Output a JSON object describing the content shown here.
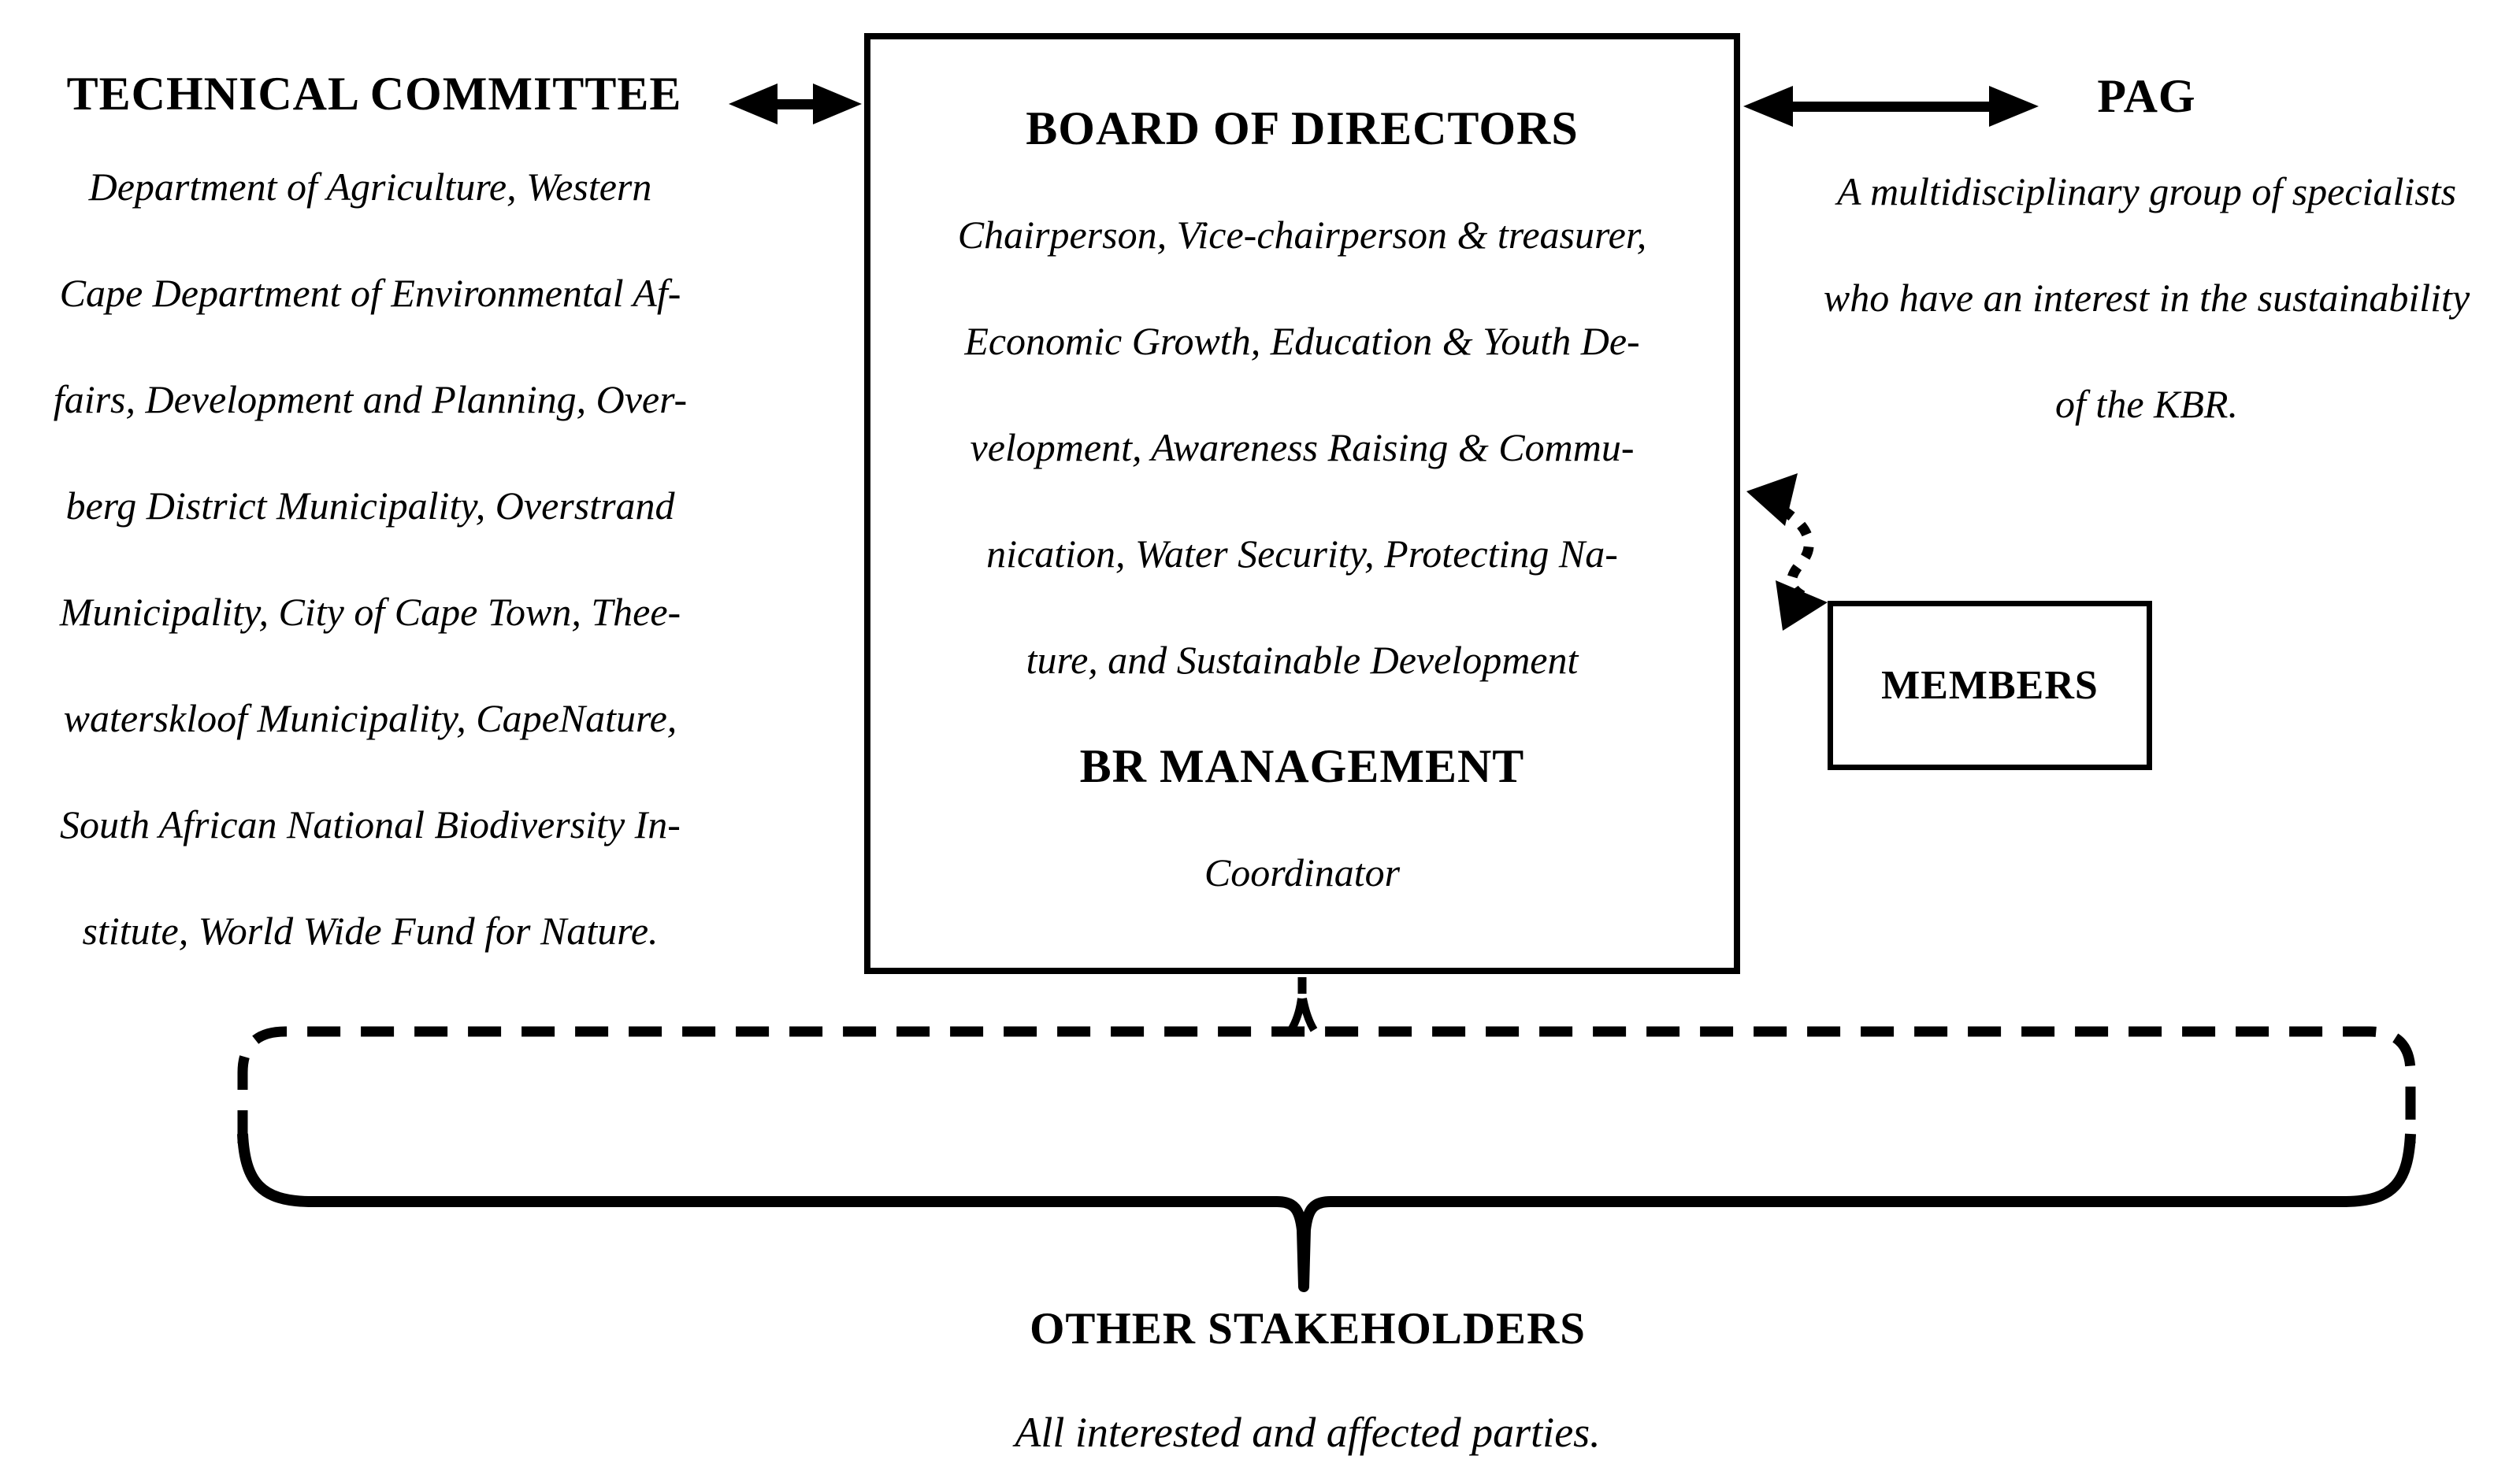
{
  "technical_committee": {
    "title": "TECHNICAL COMMITTEE",
    "lines": [
      "Department of Agriculture, Western",
      "Cape Department of Environmental Af-",
      "fairs, Development and Planning, Over-",
      "berg District Municipality, Overstrand",
      "Municipality, City of Cape Town, Thee-",
      "waterskloof Municipality, CapeNature,",
      "South African National Biodiversity In-",
      "stitute, World Wide Fund for Nature."
    ]
  },
  "board": {
    "title": "BOARD OF DIRECTORS",
    "lines": [
      "Chairperson, Vice-chairperson & treasurer,",
      "Economic Growth, Education & Youth De-",
      "velopment, Awareness Raising & Commu-",
      "nication, Water Security, Protecting Na-",
      "ture, and Sustainable Development"
    ],
    "management_title": "BR MANAGEMENT",
    "management_role": "Coordinator"
  },
  "pag": {
    "title": "PAG",
    "lines": [
      "A multidisciplinary group of specialists",
      "who have an interest in the sustainability",
      "of the KBR."
    ]
  },
  "members": {
    "label": "MEMBERS"
  },
  "other_stakeholders": {
    "title": "OTHER STAKEHOLDERS",
    "subtitle": "All interested and affected parties."
  },
  "colors": {
    "ink": "#000000",
    "background": "#ffffff"
  }
}
